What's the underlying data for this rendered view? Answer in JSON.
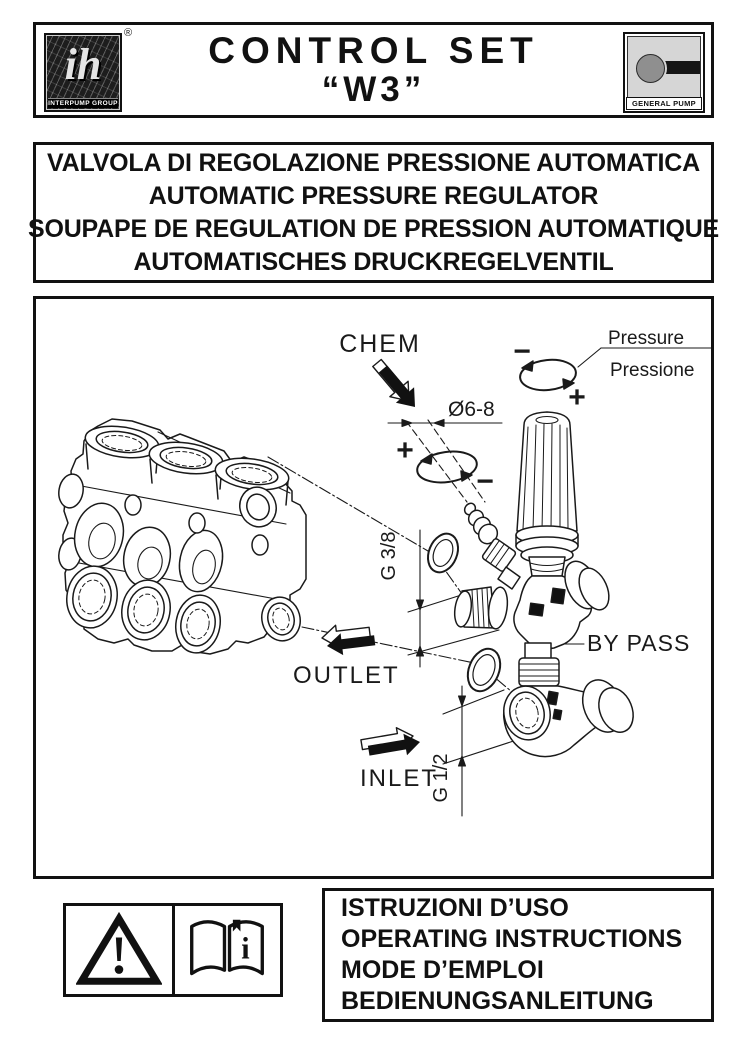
{
  "header": {
    "title_line1": "CONTROL SET",
    "title_line2": "“W3”",
    "interpump_logo": {
      "monogram": "ih",
      "caption": "INTERPUMP GROUP",
      "registered_mark": "®"
    },
    "general_pump_logo": {
      "caption": "GENERAL PUMP"
    }
  },
  "subtitle": {
    "lines": [
      "VALVOLA DI REGOLAZIONE PRESSIONE AUTOMATICA",
      "AUTOMATIC PRESSURE REGULATOR",
      "SOUPAPE DE REGULATION DE PRESSION AUTOMATIQUE",
      "AUTOMATISCHES DRUCKREGELVENTIL"
    ]
  },
  "diagram": {
    "labels": {
      "chem": "CHEM",
      "pressure_en": "Pressure",
      "pressure_it": "Pressione",
      "hose_diameter": "Ø6-8",
      "outlet_thread": "G 3/8",
      "bypass": "BY PASS",
      "outlet": "OUTLET",
      "inlet": "INLET",
      "inlet_thread": "G 1/2",
      "plus": "+",
      "minus": "−"
    },
    "colors": {
      "line": "#1a1a1a"
    }
  },
  "footer": {
    "icons": [
      "warning-triangle",
      "instruction-book"
    ],
    "instructions": [
      "ISTRUZIONI D’USO",
      "OPERATING INSTRUCTIONS",
      "MODE D’EMPLOI",
      "BEDIENUNGSANLEITUNG"
    ]
  }
}
